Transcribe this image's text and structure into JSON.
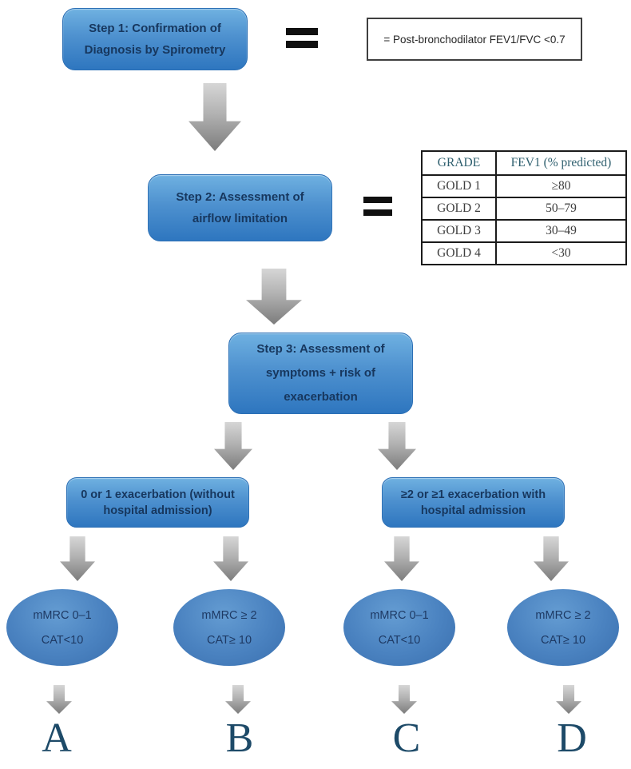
{
  "title": "COPD assessment flowchart (GOLD)",
  "palette": {
    "box_blue_top": "#6fb1e1",
    "box_blue_bottom": "#2e76bf",
    "box_text_navy": "#17375e",
    "arrow_gray_top": "#d6d6d6",
    "arrow_gray_bottom": "#7c7c7c",
    "table_header_teal": "#2e5f6e",
    "letter_blue": "#1d4a68"
  },
  "icons": {
    "equals": "=",
    "down_arrow": "block arrow pointing down"
  },
  "steps": [
    {
      "id": "step1",
      "lines": [
        "Step 1: Confirmation of",
        "Diagnosis by Spirometry"
      ]
    },
    {
      "id": "step2",
      "lines": [
        "Step 2: Assessment of",
        "airflow limitation"
      ]
    },
    {
      "id": "step3",
      "lines": [
        "Step 3: Assessment of",
        "symptoms + risk of",
        "exacerbation"
      ]
    }
  ],
  "note": {
    "text": "= Post-bronchodilator FEV1/FVC <0.7"
  },
  "table": {
    "headers": [
      "GRADE",
      "FEV1 (% predicted)"
    ],
    "rows": [
      [
        "GOLD 1",
        "≥80"
      ],
      [
        "GOLD 2",
        "50–79"
      ],
      [
        "GOLD 3",
        "30–49"
      ],
      [
        "GOLD 4",
        "<30"
      ]
    ]
  },
  "branches": [
    {
      "lines": [
        "0 or 1 exacerbation (without",
        "hospital admission)"
      ]
    },
    {
      "lines": [
        "≥2 or ≥1 exacerbation with",
        "hospital admission"
      ]
    }
  ],
  "ellipses": [
    {
      "line1": "mMRC 0–1",
      "line2": "CAT<10"
    },
    {
      "line1": "mMRC ≥ 2",
      "line2": "CAT≥ 10"
    },
    {
      "line1": "mMRC 0–1",
      "line2": "CAT<10"
    },
    {
      "line1": "mMRC ≥ 2",
      "line2": "CAT≥ 10"
    }
  ],
  "groups": [
    "A",
    "B",
    "C",
    "D"
  ]
}
